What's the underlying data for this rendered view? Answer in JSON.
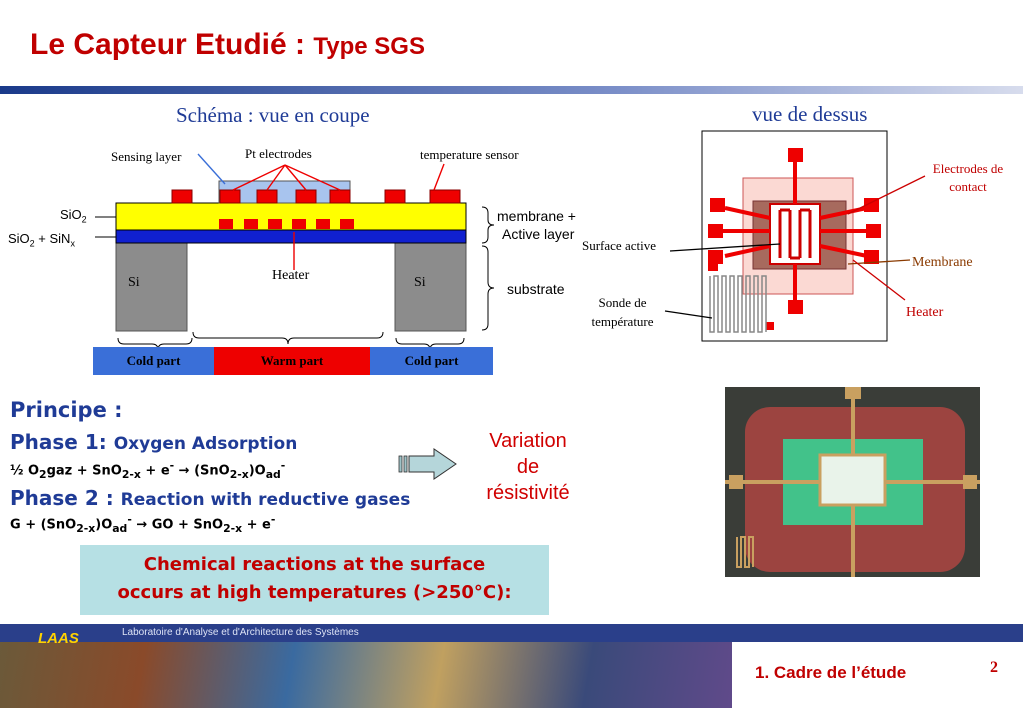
{
  "title": {
    "main": "Le Capteur Etudié : ",
    "sub": "Type SGS"
  },
  "section_view": {
    "coupe": "Schéma : vue en coupe",
    "dessus": "vue de dessus"
  },
  "diagram": {
    "sensing_layer": "Sensing layer",
    "pt_electrodes": "Pt electrodes",
    "temp_sensor": "temperature sensor",
    "sio2": "SiO",
    "sio2_sub": "2",
    "sio2_sinx_a": "SiO",
    "sio2_sinx_sub1": "2",
    "sio2_sinx_b": " + SiN",
    "sio2_sinx_sub2": "x",
    "membrane": "membrane +",
    "active_layer": "Active layer",
    "heater": "Heater",
    "si_left": "Si",
    "si_right": "Si",
    "substrate": "substrate",
    "cold_left": "Cold part",
    "warm": "Warm part",
    "cold_right": "Cold part"
  },
  "top_view": {
    "electrodes": "Electrodes de contact",
    "membrane": "Membrane",
    "heater": "Heater",
    "surface_active": "Surface active",
    "sonde_1": "Sonde de",
    "sonde_2": "température"
  },
  "principe": {
    "title": "Principe :",
    "phase1_label": "Phase 1: ",
    "phase1_desc": "Oxygen Adsorption",
    "phase2_label": "Phase 2 : ",
    "phase2_desc": "Reaction with reductive gases",
    "variation_1": "Variation",
    "variation_2": "de",
    "variation_3": "résistivité"
  },
  "chem_box": {
    "line1": "Chemical reactions at the surface",
    "line2": "occurs at high temperatures (>250°C):"
  },
  "footer": {
    "lab": "Laboratoire d'Analyse et d'Architecture des Systèmes",
    "logo": "LAAS",
    "section": "1. Cadre de l’étude",
    "page": "2"
  },
  "colors": {
    "title_red": "#c00000",
    "blue": "#1f3b96",
    "cold": "#3a6fd8",
    "warm": "#ee0000",
    "yellow": "#ffff00"
  }
}
